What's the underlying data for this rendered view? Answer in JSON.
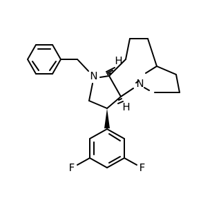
{
  "molecule": {
    "atoms": {
      "n_pyrrolidine": "N",
      "n_bridgehead": "N",
      "h_upper": "H",
      "h_lower": "H",
      "f_left": "F",
      "f_right": "F"
    },
    "colors": {
      "bond": "#000000",
      "label": "#000000",
      "background": "#ffffff"
    }
  }
}
